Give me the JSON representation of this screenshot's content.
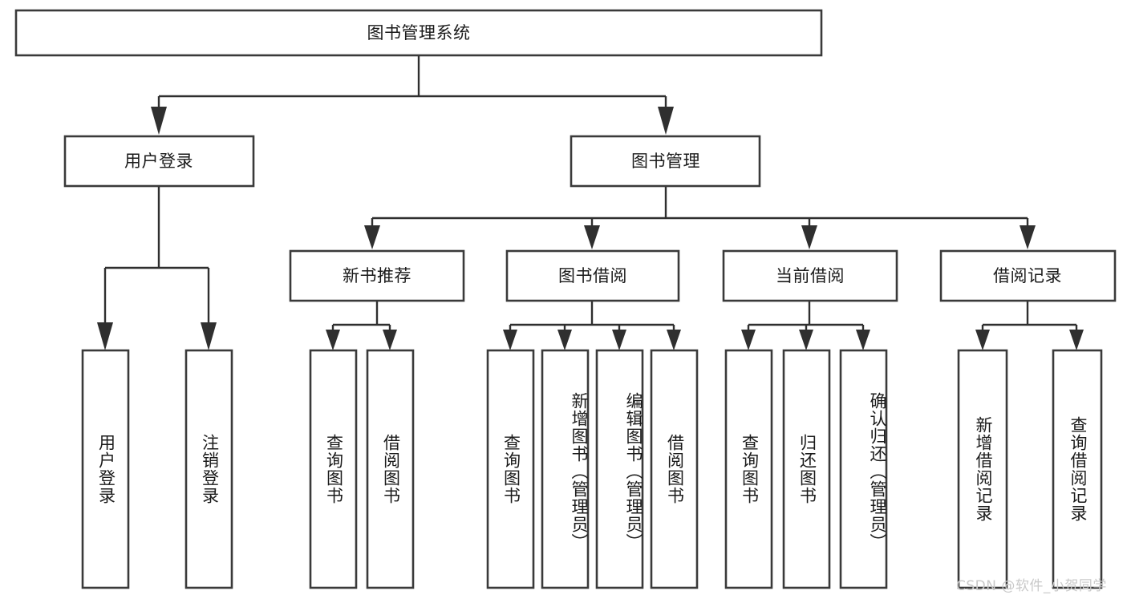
{
  "diagram": {
    "type": "tree",
    "title": "图书管理系统",
    "orientation": "top-down",
    "colors": {
      "box_stroke": "#3a3a3a",
      "box_fill": "#ffffff",
      "connector": "#2f2f2f",
      "text": "#1a1a1a",
      "watermark": "#c9c9c9",
      "background": "#ffffff"
    },
    "root": {
      "label": "图书管理系统"
    },
    "level2": [
      {
        "id": "user-login",
        "label": "用户登录"
      },
      {
        "id": "book-manage",
        "label": "图书管理"
      }
    ],
    "level3": [
      {
        "id": "new-book-recommend",
        "label": "新书推荐",
        "parent": "book-manage"
      },
      {
        "id": "book-borrow",
        "label": "图书借阅",
        "parent": "book-manage"
      },
      {
        "id": "current-borrow",
        "label": "当前借阅",
        "parent": "book-manage"
      },
      {
        "id": "borrow-record",
        "label": "借阅记录",
        "parent": "book-manage"
      }
    ],
    "leaves": [
      {
        "id": "leaf-user-login",
        "label": "用户登录",
        "parent": "user-login"
      },
      {
        "id": "leaf-logout",
        "label": "注销登录",
        "parent": "user-login"
      },
      {
        "id": "leaf-query-book-1",
        "label": "查询图书",
        "parent": "new-book-recommend"
      },
      {
        "id": "leaf-borrow-book-1",
        "label": "借阅图书",
        "parent": "new-book-recommend"
      },
      {
        "id": "leaf-query-book-2",
        "label": "查询图书",
        "parent": "book-borrow"
      },
      {
        "id": "leaf-add-book",
        "label": "新增图书（管理员）",
        "parent": "book-borrow"
      },
      {
        "id": "leaf-edit-book",
        "label": "编辑图书（管理员）",
        "parent": "book-borrow"
      },
      {
        "id": "leaf-borrow-book-2",
        "label": "借阅图书",
        "parent": "book-borrow"
      },
      {
        "id": "leaf-query-book-3",
        "label": "查询图书",
        "parent": "current-borrow"
      },
      {
        "id": "leaf-return-book",
        "label": "归还图书",
        "parent": "current-borrow"
      },
      {
        "id": "leaf-confirm-return",
        "label": "确认归还（管理员）",
        "parent": "current-borrow"
      },
      {
        "id": "leaf-add-record",
        "label": "新增借阅记录",
        "parent": "borrow-record"
      },
      {
        "id": "leaf-query-record",
        "label": "查询借阅记录",
        "parent": "borrow-record"
      }
    ]
  },
  "watermark": {
    "text": "CSDN @软件_小贺同学"
  }
}
